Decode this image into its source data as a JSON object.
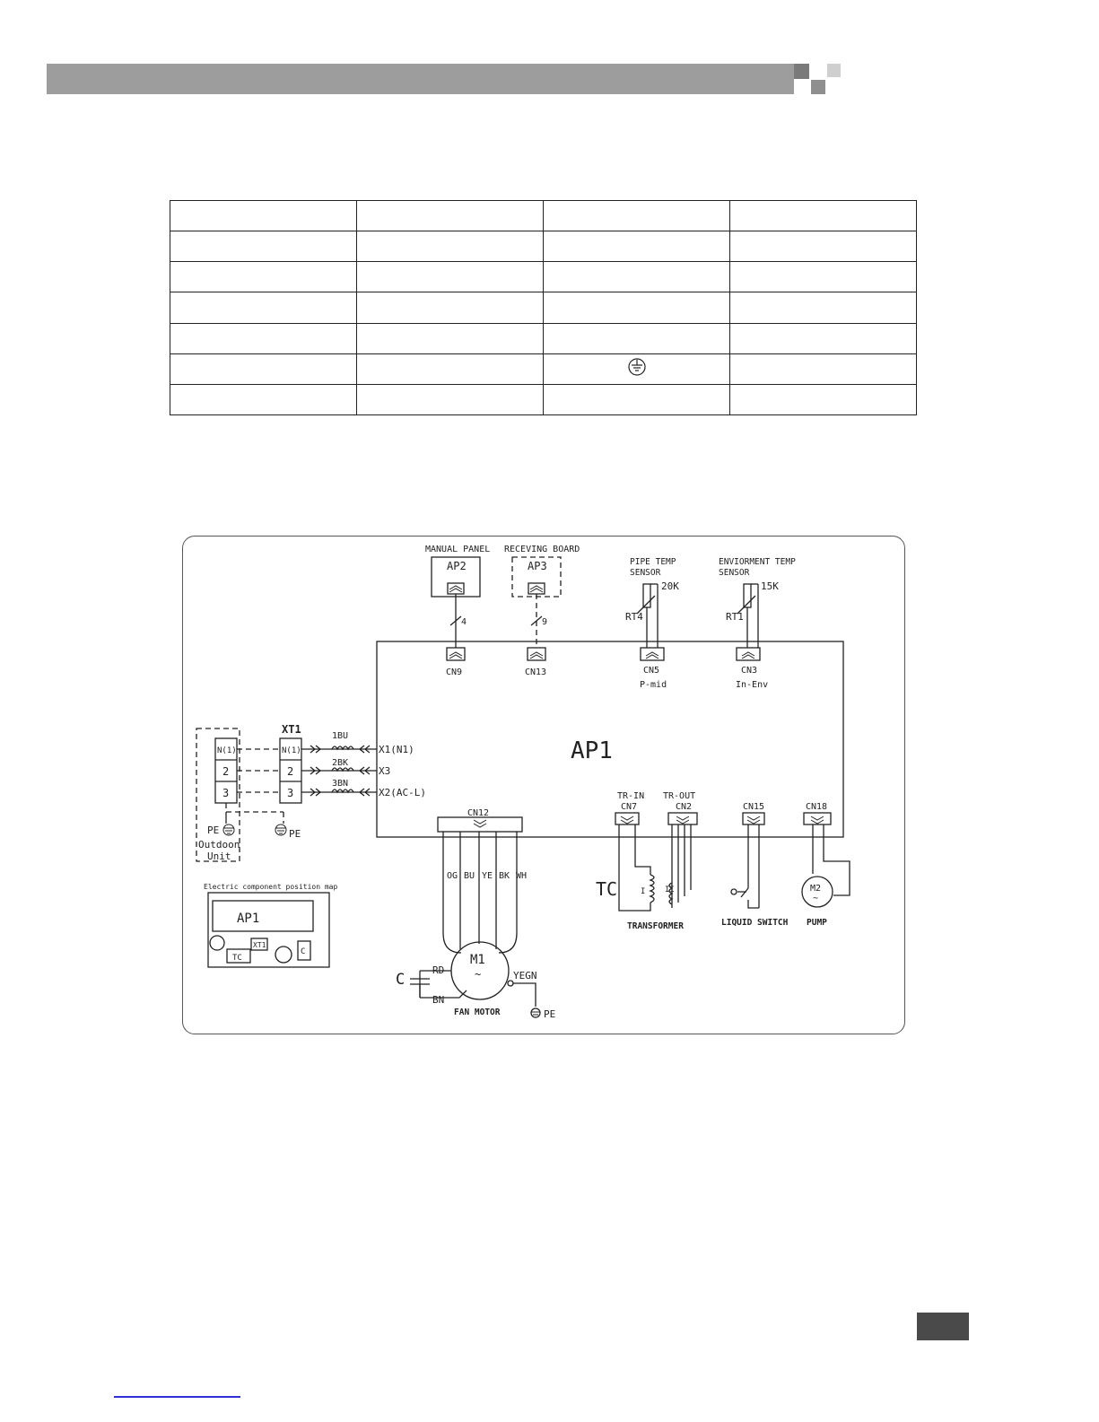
{
  "table": {
    "rows": 7,
    "cols": 4,
    "ground_symbol_row": 5,
    "ground_symbol_col": 2
  },
  "diagram": {
    "manual_panel": {
      "label": "MANUAL PANEL",
      "id": "AP2",
      "wires": "4"
    },
    "receiving_board": {
      "label": "RECEVING BOARD",
      "id": "AP3",
      "wires": "9"
    },
    "pipe_sensor": {
      "label1": "PIPE TEMP",
      "label2": "SENSOR",
      "value": "20K",
      "id": "RT4"
    },
    "env_sensor": {
      "label1": "ENVIORMENT TEMP",
      "label2": "SENSOR",
      "value": "15K",
      "id": "RT1"
    },
    "main_board": "AP1",
    "connectors": {
      "cn9": "CN9",
      "cn13": "CN13",
      "cn5": "CN5",
      "cn5_sub": "P-mid",
      "cn3": "CN3",
      "cn3_sub": "In-Env",
      "cn12": "CN12",
      "cn7": "CN7",
      "cn7_top": "TR-IN",
      "cn2": "CN2",
      "cn2_top": "TR-OUT",
      "cn15": "CN15",
      "cn18": "CN18"
    },
    "terminals": {
      "x1": "X1(N1)",
      "x3": "X3",
      "x2": "X2(AC-L)"
    },
    "wires": {
      "w1": "1BU",
      "w2": "2BK",
      "w3": "3BN"
    },
    "terminal_block": {
      "id": "XT1",
      "t1": "N(1)",
      "t2": "2",
      "t3": "3"
    },
    "outdoor": {
      "t1": "N(1)",
      "t2": "2",
      "t3": "3",
      "pe": "PE",
      "label1": "Outdoon",
      "label2": "Unit",
      "pe2": "PE"
    },
    "fan_motor": {
      "wire_colors": [
        "OG",
        "BU",
        "YE",
        "BK",
        "WH"
      ],
      "id": "M1",
      "label": "FAN MOTOR",
      "rd": "RD",
      "bn": "BN",
      "yegn": "YEGN",
      "pe": "PE",
      "cap": "C"
    },
    "transformer": {
      "id": "TC",
      "label": "TRANSFORMER",
      "pri": "I",
      "sec": "II"
    },
    "liquid_switch": "LIQUID SWITCH",
    "pump": {
      "id": "M2",
      "label": "PUMP"
    },
    "position_map": {
      "title": "Electric component position map",
      "ap1": "AP1",
      "tc": "TC",
      "xt1": "XT1",
      "c": "C"
    }
  }
}
